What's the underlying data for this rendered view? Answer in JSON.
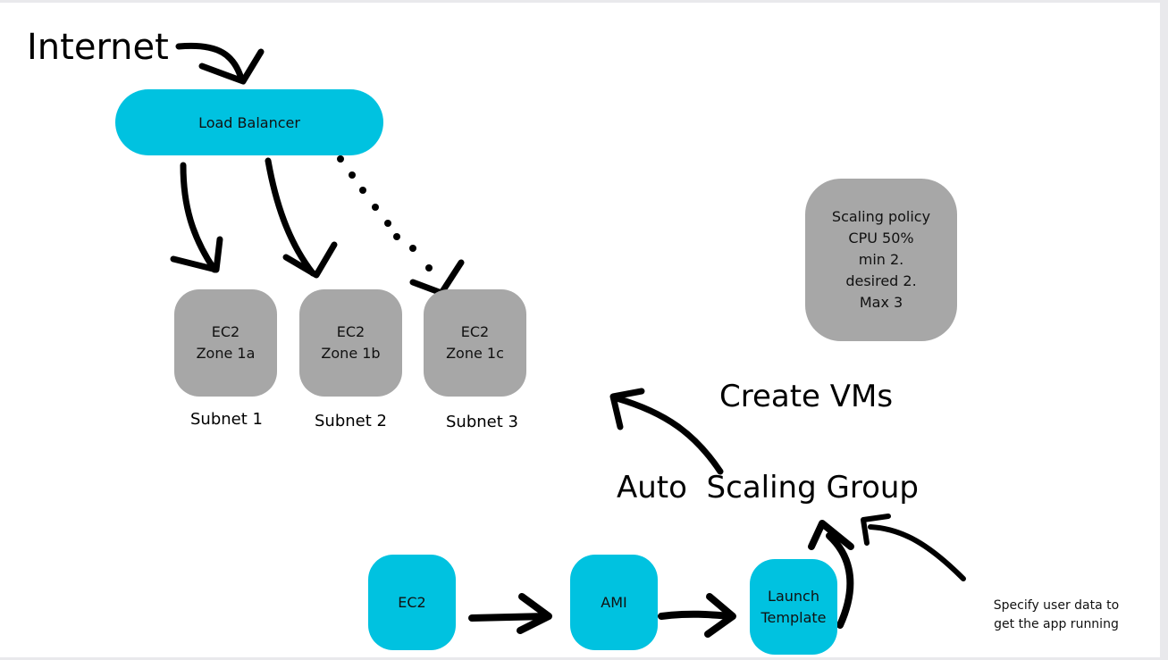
{
  "labels": {
    "internet": "Internet",
    "create_vms": "Create VMs",
    "asg": "Auto  Scaling Group",
    "note_line1": "Specify user data to",
    "note_line2": "get the app running"
  },
  "load_balancer": {
    "label": "Load Balancer"
  },
  "ec2_instances": [
    {
      "line1": "EC2",
      "line2": "Zone 1a",
      "subnet": "Subnet 1"
    },
    {
      "line1": "EC2",
      "line2": "Zone 1b",
      "subnet": "Subnet 2"
    },
    {
      "line1": "EC2",
      "line2": "Zone 1c",
      "subnet": "Subnet 3"
    }
  ],
  "scaling_policy": {
    "lines": [
      "Scaling policy",
      "CPU 50%",
      "min 2.",
      "desired 2.",
      "Max 3"
    ]
  },
  "pipeline": {
    "ec2": "EC2",
    "ami": "AMI",
    "launch_line1": "Launch",
    "launch_line2": "Template"
  },
  "colors": {
    "cyan": "#00c2e0",
    "gray": "#a7a7a7"
  }
}
